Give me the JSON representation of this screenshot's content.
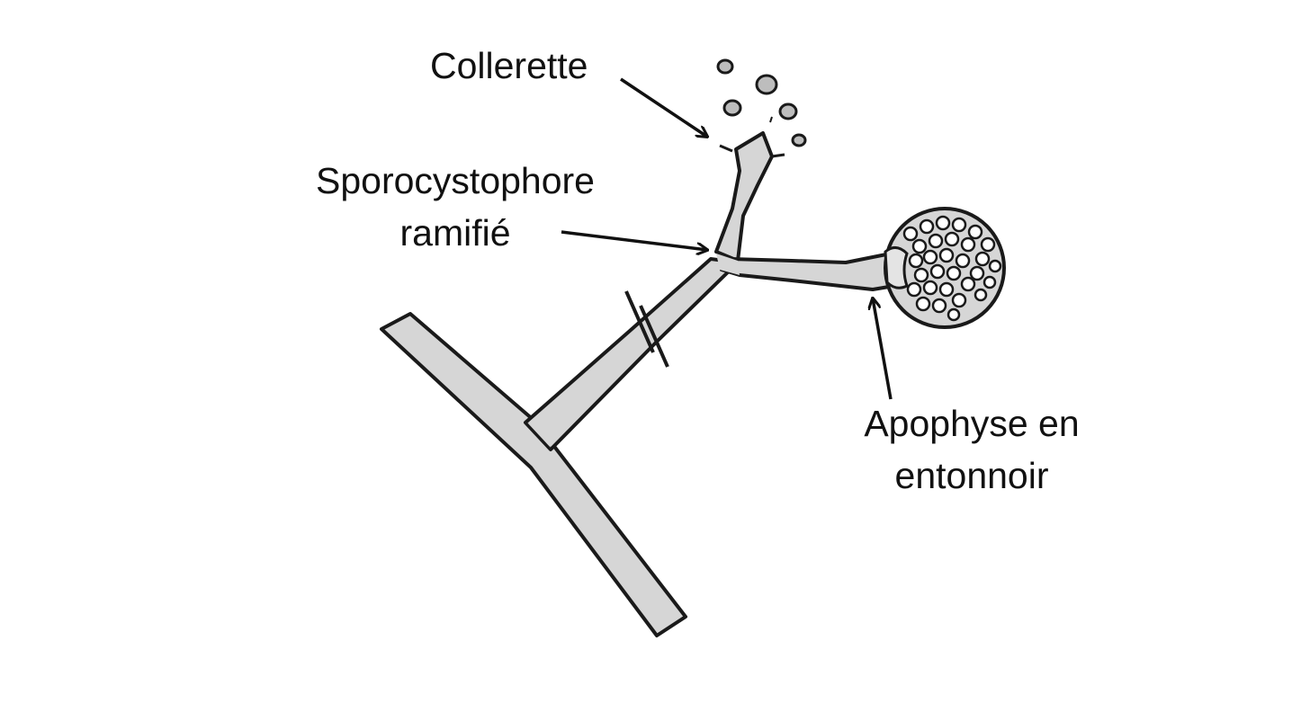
{
  "diagram": {
    "labels": {
      "collerette": "Collerette",
      "sporocystophore_line1": "Sporocystophore",
      "sporocystophore_line2": "ramifié",
      "apophyse_line1": "Apophyse en",
      "apophyse_line2": "entonnoir"
    },
    "colors": {
      "hypha_fill": "#d6d6d6",
      "outline": "#1a1a1a",
      "background": "#ffffff"
    }
  }
}
